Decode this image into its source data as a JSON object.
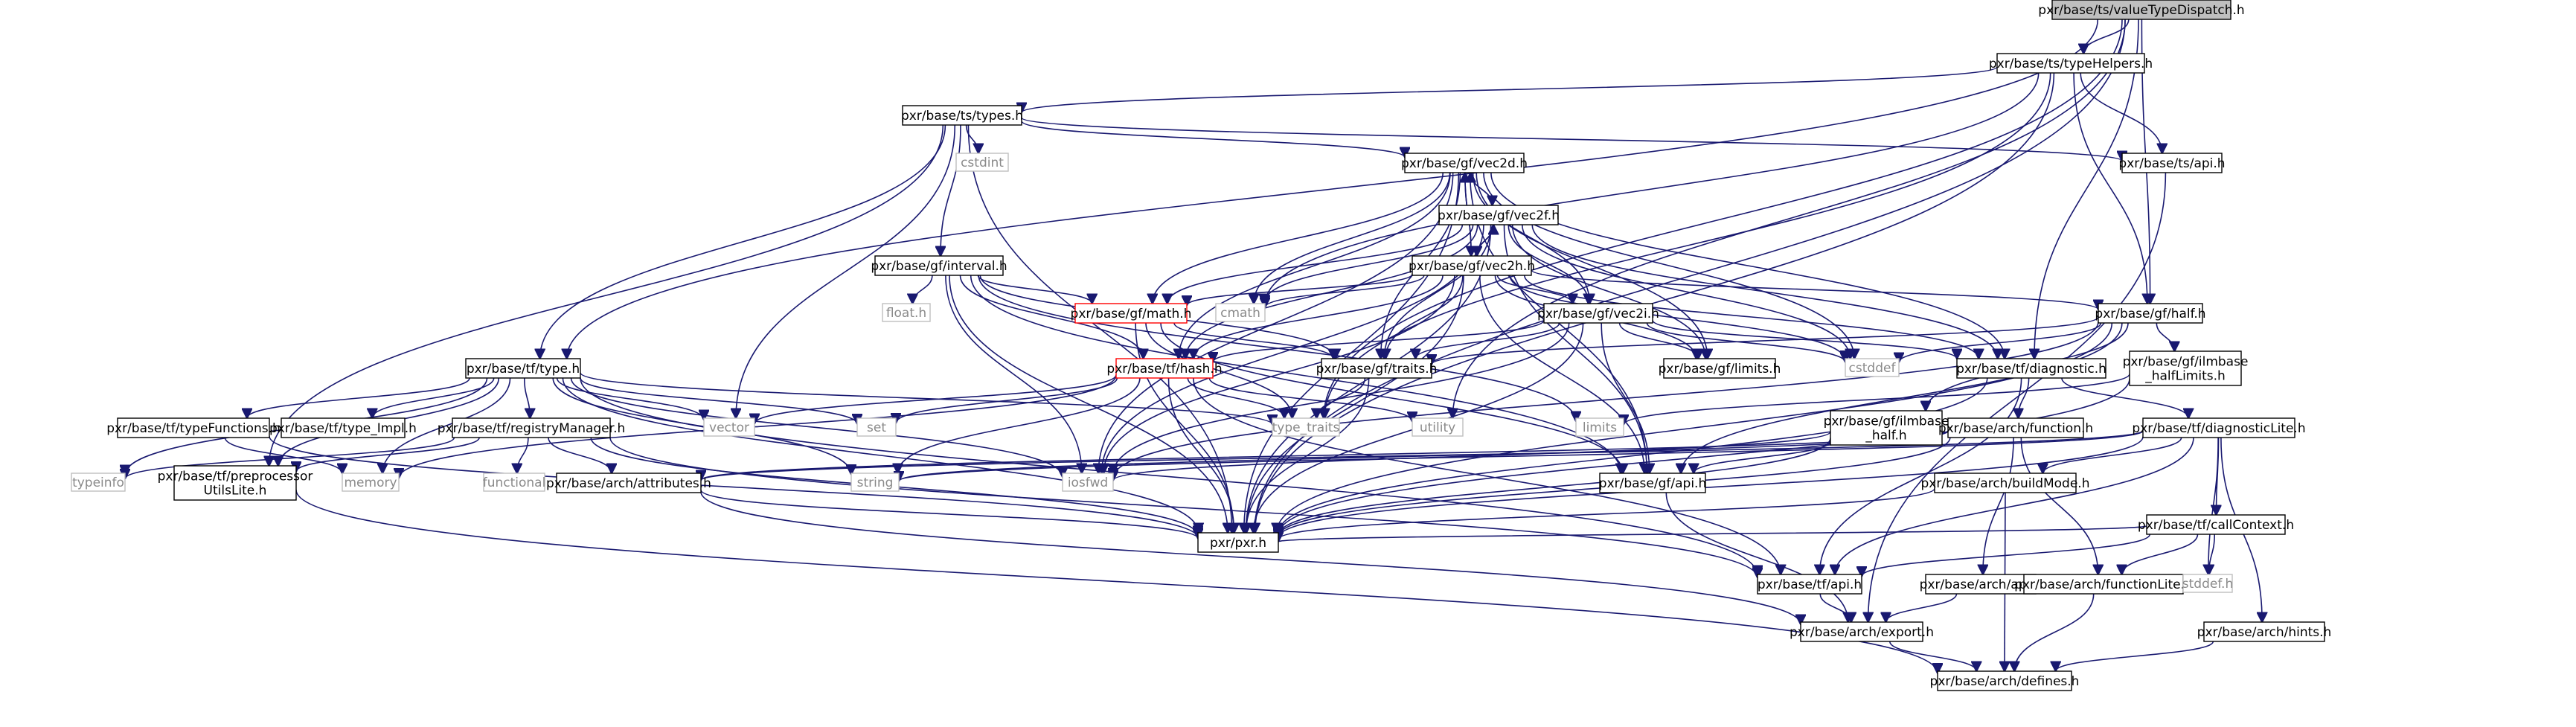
{
  "graph": {
    "root": "pxr/base/ts/valueTypeDispatch.h",
    "colors": {
      "edge": "#191970",
      "root_fill": "#bfbfbf",
      "truncated_border": "#ff0000",
      "system_header_border": "#bfbfbf",
      "system_header_text": "#8a8a8a"
    },
    "nodes": [
      {
        "id": "valueTypeDispatch",
        "label": "pxr/base/ts/valueTypeDispatch.h",
        "style": "root"
      },
      {
        "id": "typeHelpers",
        "label": "pxr/base/ts/typeHelpers.h",
        "style": "normal"
      },
      {
        "id": "types",
        "label": "pxr/base/ts/types.h",
        "style": "normal"
      },
      {
        "id": "cstdint",
        "label": "cstdint",
        "style": "leaf"
      },
      {
        "id": "tsApi",
        "label": "pxr/base/ts/api.h",
        "style": "normal"
      },
      {
        "id": "vec2d",
        "label": "pxr/base/gf/vec2d.h",
        "style": "normal"
      },
      {
        "id": "vec2f",
        "label": "pxr/base/gf/vec2f.h",
        "style": "normal"
      },
      {
        "id": "vec2h",
        "label": "pxr/base/gf/vec2h.h",
        "style": "normal"
      },
      {
        "id": "interval",
        "label": "pxr/base/gf/interval.h",
        "style": "normal"
      },
      {
        "id": "floath",
        "label": "float.h",
        "style": "leaf"
      },
      {
        "id": "math",
        "label": "pxr/base/gf/math.h",
        "style": "red"
      },
      {
        "id": "cmath",
        "label": "cmath",
        "style": "leaf"
      },
      {
        "id": "vec2i",
        "label": "pxr/base/gf/vec2i.h",
        "style": "normal"
      },
      {
        "id": "half",
        "label": "pxr/base/gf/half.h",
        "style": "normal"
      },
      {
        "id": "hash",
        "label": "pxr/base/tf/hash.h",
        "style": "red"
      },
      {
        "id": "traits",
        "label": "pxr/base/gf/traits.h",
        "style": "normal"
      },
      {
        "id": "limitsh",
        "label": "pxr/base/gf/limits.h",
        "style": "normal"
      },
      {
        "id": "cstddef",
        "label": "cstddef",
        "style": "leaf"
      },
      {
        "id": "diagnostic",
        "label": "pxr/base/tf/diagnostic.h",
        "style": "normal"
      },
      {
        "id": "ilmbaseHalfLimits",
        "label": "pxr/base/gf/ilmbase\n_halfLimits.h",
        "style": "normal"
      },
      {
        "id": "tfType",
        "label": "pxr/base/tf/type.h",
        "style": "normal"
      },
      {
        "id": "typeFunctions",
        "label": "pxr/base/tf/typeFunctions.h",
        "style": "normal"
      },
      {
        "id": "typeImpl",
        "label": "pxr/base/tf/type_Impl.h",
        "style": "normal"
      },
      {
        "id": "registryManager",
        "label": "pxr/base/tf/registryManager.h",
        "style": "normal"
      },
      {
        "id": "vector",
        "label": "vector",
        "style": "leaf"
      },
      {
        "id": "set",
        "label": "set",
        "style": "leaf"
      },
      {
        "id": "typeTraits",
        "label": "type_traits",
        "style": "leaf"
      },
      {
        "id": "utility",
        "label": "utility",
        "style": "leaf"
      },
      {
        "id": "limits",
        "label": "limits",
        "style": "leaf"
      },
      {
        "id": "ilmbaseHalf",
        "label": "pxr/base/gf/ilmbase\n_half.h",
        "style": "normal"
      },
      {
        "id": "function",
        "label": "pxr/base/arch/function.h",
        "style": "normal"
      },
      {
        "id": "diagnosticLite",
        "label": "pxr/base/tf/diagnosticLite.h",
        "style": "normal"
      },
      {
        "id": "typeinfo",
        "label": "typeinfo",
        "style": "leaf"
      },
      {
        "id": "memory",
        "label": "memory",
        "style": "leaf"
      },
      {
        "id": "functional",
        "label": "functional",
        "style": "leaf"
      },
      {
        "id": "preprocessorUtils",
        "label": "pxr/base/tf/preprocessor\nUtilsLite.h",
        "style": "normal"
      },
      {
        "id": "attributes",
        "label": "pxr/base/arch/attributes.h",
        "style": "normal"
      },
      {
        "id": "string",
        "label": "string",
        "style": "leaf"
      },
      {
        "id": "iosfwd",
        "label": "iosfwd",
        "style": "leaf"
      },
      {
        "id": "gfApi",
        "label": "pxr/base/gf/api.h",
        "style": "normal"
      },
      {
        "id": "buildMode",
        "label": "pxr/base/arch/buildMode.h",
        "style": "normal"
      },
      {
        "id": "callContext",
        "label": "pxr/base/tf/callContext.h",
        "style": "normal"
      },
      {
        "id": "pxr",
        "label": "pxr/pxr.h",
        "style": "normal"
      },
      {
        "id": "tfApi",
        "label": "pxr/base/tf/api.h",
        "style": "normal"
      },
      {
        "id": "archApi",
        "label": "pxr/base/arch/api.h",
        "style": "normal"
      },
      {
        "id": "functionLite",
        "label": "pxr/base/arch/functionLite.h",
        "style": "normal"
      },
      {
        "id": "stddef",
        "label": "stddef.h",
        "style": "leaf"
      },
      {
        "id": "exporth",
        "label": "pxr/base/arch/export.h",
        "style": "normal"
      },
      {
        "id": "hints",
        "label": "pxr/base/arch/hints.h",
        "style": "normal"
      },
      {
        "id": "defines",
        "label": "pxr/base/arch/defines.h",
        "style": "normal"
      }
    ],
    "edges": [
      [
        "valueTypeDispatch",
        "typeHelpers"
      ],
      [
        "valueTypeDispatch",
        "pxr"
      ],
      [
        "valueTypeDispatch",
        "tfType"
      ],
      [
        "valueTypeDispatch",
        "half"
      ],
      [
        "valueTypeDispatch",
        "diagnostic"
      ],
      [
        "valueTypeDispatch",
        "typeTraits"
      ],
      [
        "valueTypeDispatch",
        "utility"
      ],
      [
        "typeHelpers",
        "types"
      ],
      [
        "typeHelpers",
        "tsApi"
      ],
      [
        "typeHelpers",
        "half"
      ],
      [
        "typeHelpers",
        "cmath"
      ],
      [
        "typeHelpers",
        "pxr"
      ],
      [
        "typeHelpers",
        "typeTraits"
      ],
      [
        "types",
        "cstdint"
      ],
      [
        "types",
        "tsApi"
      ],
      [
        "types",
        "vec2d"
      ],
      [
        "types",
        "interval"
      ],
      [
        "types",
        "tfType"
      ],
      [
        "types",
        "pxr"
      ],
      [
        "types",
        "vector"
      ],
      [
        "types",
        "preprocessorUtils"
      ],
      [
        "tsApi",
        "exporth"
      ],
      [
        "vec2d",
        "vec2f"
      ],
      [
        "vec2d",
        "vec2h"
      ],
      [
        "vec2d",
        "vec2i"
      ],
      [
        "vec2d",
        "math"
      ],
      [
        "vec2d",
        "hash"
      ],
      [
        "vec2d",
        "traits"
      ],
      [
        "vec2d",
        "limitsh"
      ],
      [
        "vec2d",
        "cstddef"
      ],
      [
        "vec2d",
        "cmath"
      ],
      [
        "vec2d",
        "diagnostic"
      ],
      [
        "vec2d",
        "gfApi"
      ],
      [
        "vec2d",
        "iosfwd"
      ],
      [
        "vec2d",
        "pxr"
      ],
      [
        "vec2f",
        "vec2d"
      ],
      [
        "vec2f",
        "vec2h"
      ],
      [
        "vec2f",
        "vec2i"
      ],
      [
        "vec2f",
        "math"
      ],
      [
        "vec2f",
        "hash"
      ],
      [
        "vec2f",
        "traits"
      ],
      [
        "vec2f",
        "limitsh"
      ],
      [
        "vec2f",
        "cstddef"
      ],
      [
        "vec2f",
        "cmath"
      ],
      [
        "vec2f",
        "diagnostic"
      ],
      [
        "vec2f",
        "gfApi"
      ],
      [
        "vec2f",
        "iosfwd"
      ],
      [
        "vec2f",
        "pxr"
      ],
      [
        "vec2h",
        "vec2d"
      ],
      [
        "vec2h",
        "vec2f"
      ],
      [
        "vec2h",
        "vec2i"
      ],
      [
        "vec2h",
        "half"
      ],
      [
        "vec2h",
        "math"
      ],
      [
        "vec2h",
        "hash"
      ],
      [
        "vec2h",
        "traits"
      ],
      [
        "vec2h",
        "limitsh"
      ],
      [
        "vec2h",
        "cstddef"
      ],
      [
        "vec2h",
        "cmath"
      ],
      [
        "vec2h",
        "diagnostic"
      ],
      [
        "vec2h",
        "gfApi"
      ],
      [
        "vec2h",
        "iosfwd"
      ],
      [
        "vec2h",
        "pxr"
      ],
      [
        "vec2i",
        "hash"
      ],
      [
        "vec2i",
        "traits"
      ],
      [
        "vec2i",
        "limitsh"
      ],
      [
        "vec2i",
        "cstddef"
      ],
      [
        "vec2i",
        "diagnostic"
      ],
      [
        "vec2i",
        "gfApi"
      ],
      [
        "vec2i",
        "iosfwd"
      ],
      [
        "vec2i",
        "pxr"
      ],
      [
        "interval",
        "floath"
      ],
      [
        "interval",
        "math"
      ],
      [
        "interval",
        "hash"
      ],
      [
        "interval",
        "traits"
      ],
      [
        "interval",
        "limits"
      ],
      [
        "interval",
        "iosfwd"
      ],
      [
        "interval",
        "gfApi"
      ],
      [
        "interval",
        "pxr"
      ],
      [
        "math",
        "traits"
      ],
      [
        "math",
        "pxr"
      ],
      [
        "math",
        "gfApi"
      ],
      [
        "math",
        "typeTraits"
      ],
      [
        "half",
        "ilmbaseHalfLimits"
      ],
      [
        "half",
        "ilmbaseHalf"
      ],
      [
        "half",
        "traits"
      ],
      [
        "half",
        "cstddef"
      ],
      [
        "half",
        "gfApi"
      ],
      [
        "half",
        "pxr"
      ],
      [
        "half",
        "iosfwd"
      ],
      [
        "hash",
        "typeTraits"
      ],
      [
        "hash",
        "set"
      ],
      [
        "hash",
        "vector"
      ],
      [
        "hash",
        "memory"
      ],
      [
        "hash",
        "string"
      ],
      [
        "hash",
        "utility"
      ],
      [
        "hash",
        "tfApi"
      ],
      [
        "hash",
        "pxr"
      ],
      [
        "traits",
        "typeTraits"
      ],
      [
        "traits",
        "pxr"
      ],
      [
        "diagnostic",
        "function"
      ],
      [
        "diagnostic",
        "diagnosticLite"
      ],
      [
        "diagnostic",
        "pxr"
      ],
      [
        "diagnostic",
        "tfApi"
      ],
      [
        "ilmbaseHalfLimits",
        "limits"
      ],
      [
        "ilmbaseHalfLimits",
        "pxr"
      ],
      [
        "ilmbaseHalf",
        "gfApi"
      ],
      [
        "ilmbaseHalf",
        "iosfwd"
      ],
      [
        "ilmbaseHalf",
        "pxr"
      ],
      [
        "tfType",
        "typeFunctions"
      ],
      [
        "tfType",
        "typeImpl"
      ],
      [
        "tfType",
        "registryManager"
      ],
      [
        "tfType",
        "typeinfo"
      ],
      [
        "tfType",
        "memory"
      ],
      [
        "tfType",
        "vector"
      ],
      [
        "tfType",
        "set"
      ],
      [
        "tfType",
        "string"
      ],
      [
        "tfType",
        "iosfwd"
      ],
      [
        "tfType",
        "typeTraits"
      ],
      [
        "tfType",
        "pxr"
      ],
      [
        "tfType",
        "tfApi"
      ],
      [
        "tfType",
        "preprocessorUtils"
      ],
      [
        "typeFunctions",
        "memory"
      ],
      [
        "typeFunctions",
        "pxr"
      ],
      [
        "registryManager",
        "attributes"
      ],
      [
        "registryManager",
        "functional"
      ],
      [
        "registryManager",
        "typeinfo"
      ],
      [
        "registryManager",
        "preprocessorUtils"
      ],
      [
        "registryManager",
        "tfApi"
      ],
      [
        "registryManager",
        "pxr"
      ],
      [
        "preprocessorUtils",
        "defines"
      ],
      [
        "function",
        "attributes"
      ],
      [
        "function",
        "archApi"
      ],
      [
        "function",
        "functionLite"
      ],
      [
        "function",
        "string"
      ],
      [
        "function",
        "pxr"
      ],
      [
        "diagnosticLite",
        "attributes"
      ],
      [
        "diagnosticLite",
        "buildMode"
      ],
      [
        "diagnosticLite",
        "callContext"
      ],
      [
        "diagnosticLite",
        "hints"
      ],
      [
        "diagnosticLite",
        "stddef"
      ],
      [
        "diagnosticLite",
        "string"
      ],
      [
        "diagnosticLite",
        "tfApi"
      ],
      [
        "diagnosticLite",
        "pxr"
      ],
      [
        "attributes",
        "pxr"
      ],
      [
        "attributes",
        "exporth"
      ],
      [
        "gfApi",
        "exporth"
      ],
      [
        "buildMode",
        "defines"
      ],
      [
        "buildMode",
        "pxr"
      ],
      [
        "callContext",
        "functionLite"
      ],
      [
        "callContext",
        "stddef"
      ],
      [
        "callContext",
        "tfApi"
      ],
      [
        "callContext",
        "pxr"
      ],
      [
        "tfApi",
        "exporth"
      ],
      [
        "archApi",
        "exporth"
      ],
      [
        "functionLite",
        "defines"
      ],
      [
        "exporth",
        "defines"
      ],
      [
        "hints",
        "defines"
      ]
    ]
  }
}
